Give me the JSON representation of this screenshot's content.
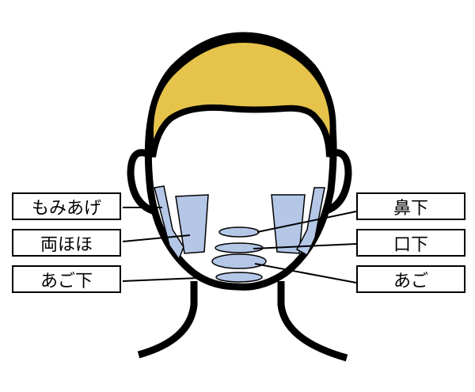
{
  "colors": {
    "hair": "#E6C34A",
    "zone": "#B4C7E7",
    "outline": "#000000"
  },
  "labels": {
    "sideburns": "もみあげ",
    "cheeks": "両ほほ",
    "under_chin": "あご下",
    "under_nose": "鼻下",
    "under_mouth": "口下",
    "chin": "あご"
  }
}
